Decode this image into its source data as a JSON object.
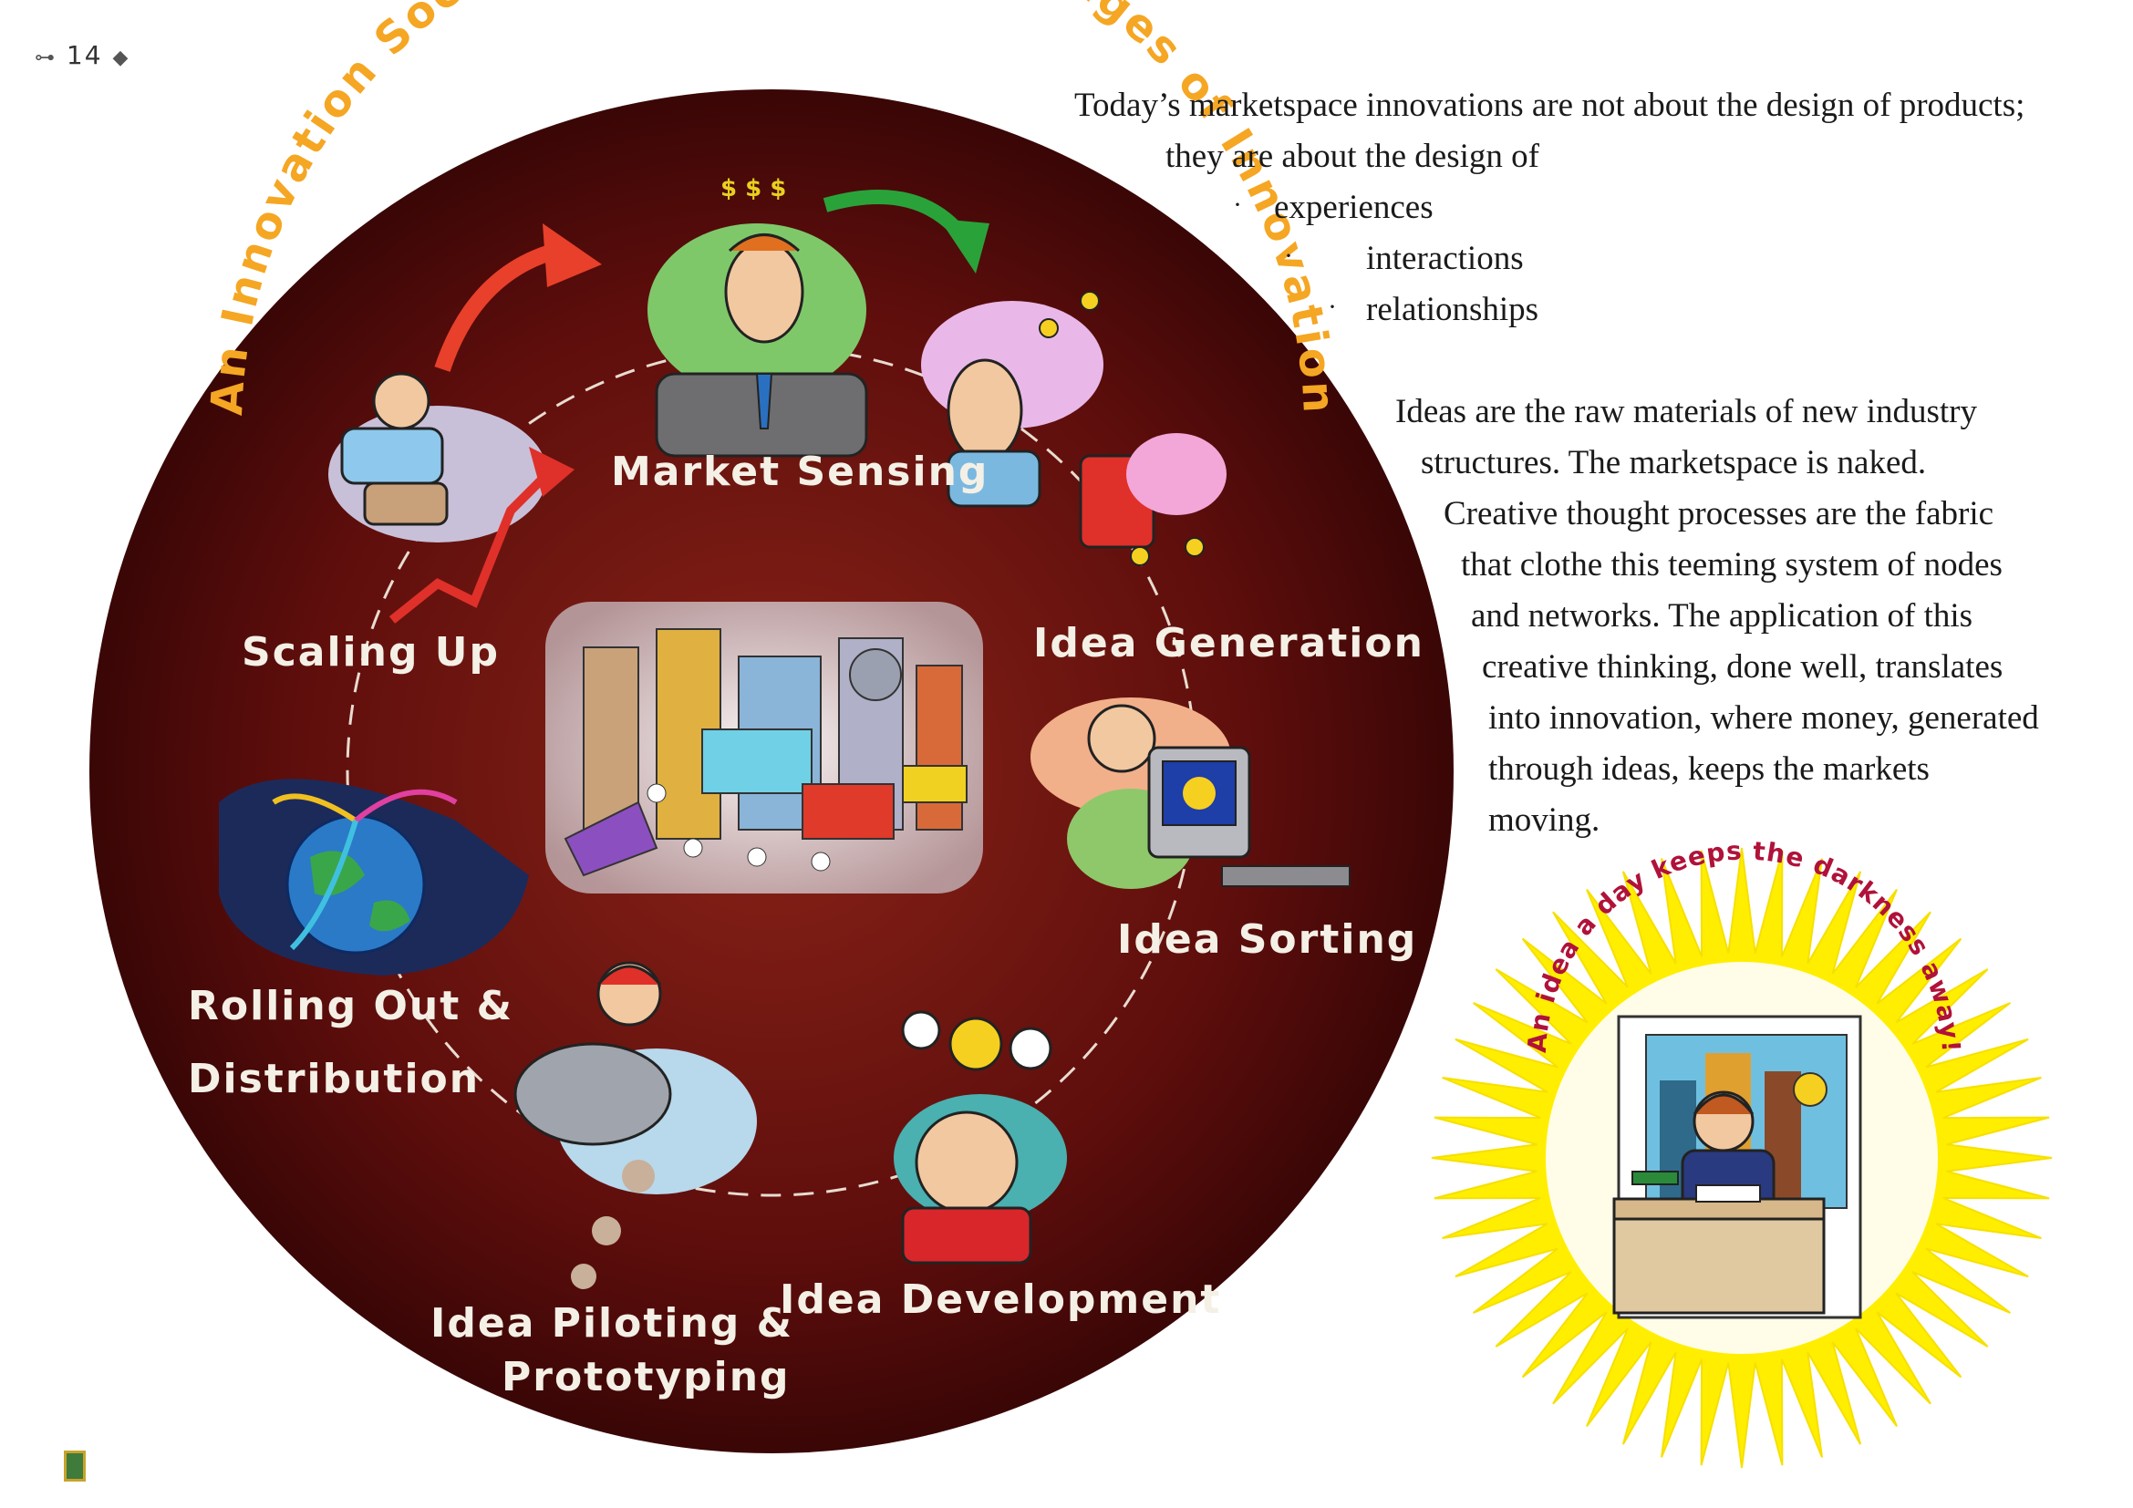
{
  "page": {
    "number": "14"
  },
  "diagram": {
    "arc_title": "An Innovation Society encircled by the Stages of Innovation",
    "stages": [
      {
        "id": "market-sensing",
        "label": "Market Sensing"
      },
      {
        "id": "idea-generation",
        "label": "Idea Generation"
      },
      {
        "id": "idea-sorting",
        "label": "Idea Sorting"
      },
      {
        "id": "idea-development",
        "label": "Idea Development"
      },
      {
        "id": "idea-piloting",
        "label_line1": "Idea Piloting &",
        "label_line2": "Prototyping"
      },
      {
        "id": "rolling-out",
        "label_line1": "Rolling Out &",
        "label_line2": "Distribution"
      },
      {
        "id": "scaling-up",
        "label": "Scaling Up"
      }
    ],
    "colors": {
      "circle_center": "#8a2318",
      "circle_edge": "#3a0606",
      "arc_text": "#f5a623",
      "label_text": "#f4f0e6"
    }
  },
  "intro": {
    "line1": "Today’s marketspace innovations are not about the design of products;",
    "line2": "they are about the design of",
    "bullets": [
      "experiences",
      "interactions",
      "relationships"
    ]
  },
  "paragraph": {
    "lines": [
      "Ideas are the raw materials of new industry",
      "structures. The marketspace is naked.",
      "Creative thought processes are the fabric",
      "that clothe this teeming system of  nodes",
      "and networks. The application of this",
      "creative thinking, done well, translates",
      "into innovation, where money, generated",
      "through ideas, keeps the markets",
      "moving."
    ]
  },
  "starburst": {
    "arc_text": "An idea a day keeps the darkness away!",
    "colors": {
      "burst": "#ffee00",
      "text": "#b0123a"
    }
  }
}
